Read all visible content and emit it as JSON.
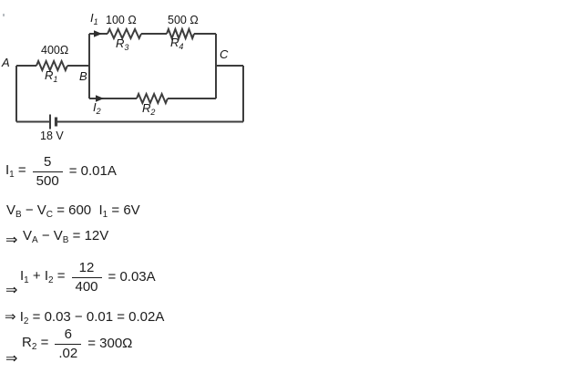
{
  "circuit": {
    "node_a": "A",
    "node_b": "B",
    "node_c": "C",
    "battery_voltage": "18 V",
    "r1_value": "400Ω",
    "r1_base": "R",
    "r1_sub": "1",
    "r2_base": "R",
    "r2_sub": "2",
    "r3_value": "100 Ω",
    "r3_base": "R",
    "r3_sub": "3",
    "r4_value": "500 Ω",
    "r4_base": "R",
    "r4_sub": "4",
    "i1_base": "I",
    "i1_sub": "1",
    "i2_base": "I",
    "i2_sub": "2"
  },
  "equations": {
    "eq1": {
      "p1": "I",
      "sub1": "1",
      "p2": " =",
      "num": "5",
      "den": "500",
      "p3": "= 0.01A"
    },
    "eq2": {
      "p1": "V",
      "sub1": "B",
      "p2": " − V",
      "sub2": "C",
      "p3": " = 600  I",
      "sub3": "1",
      "p4": " = 6V"
    },
    "eq3": {
      "arrow": "⇒",
      "p1": "V",
      "sub1": "A",
      "p2": " − V",
      "sub2": "B",
      "p3": " = 12V"
    },
    "eq4": {
      "arrow": "⇒",
      "p1": "I",
      "sub1": "1",
      "p2": " + I",
      "sub2": "2",
      "p3": " =",
      "num": "12",
      "den": "400",
      "p4": "= 0.03A"
    },
    "eq5": {
      "p1": "⇒ I",
      "sub1": "2",
      "p2": " = 0.03 − 0.01 = 0.02A"
    },
    "eq6": {
      "arrow": "⇒",
      "p1": "R",
      "sub1": "2",
      "p2": " =",
      "num": "6",
      "den": ".02",
      "p3": "= 300Ω"
    }
  }
}
